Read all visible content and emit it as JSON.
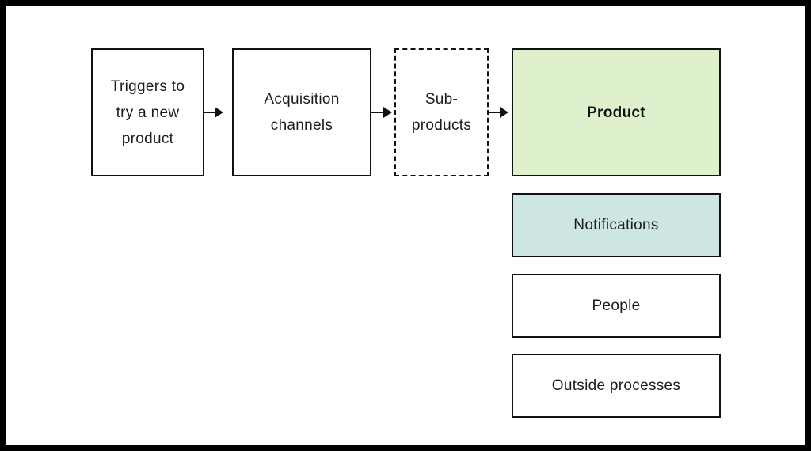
{
  "diagram": {
    "nodes": {
      "triggers": {
        "label": "Triggers to\ntry a new\nproduct"
      },
      "acquisition": {
        "label": "Acquisition\nchannels"
      },
      "sub_products": {
        "label": "Sub-\nproducts",
        "border": "dashed"
      },
      "product": {
        "label": "Product",
        "fill": "#dff0cc",
        "emphasis": "bold"
      },
      "notifications": {
        "label": "Notifications",
        "fill": "#cde6e2"
      },
      "people": {
        "label": "People"
      },
      "outside_processes": {
        "label": "Outside processes"
      }
    },
    "edges": [
      {
        "from": "triggers",
        "to": "acquisition"
      },
      {
        "from": "acquisition",
        "to": "sub_products"
      },
      {
        "from": "sub_products",
        "to": "product"
      }
    ]
  }
}
